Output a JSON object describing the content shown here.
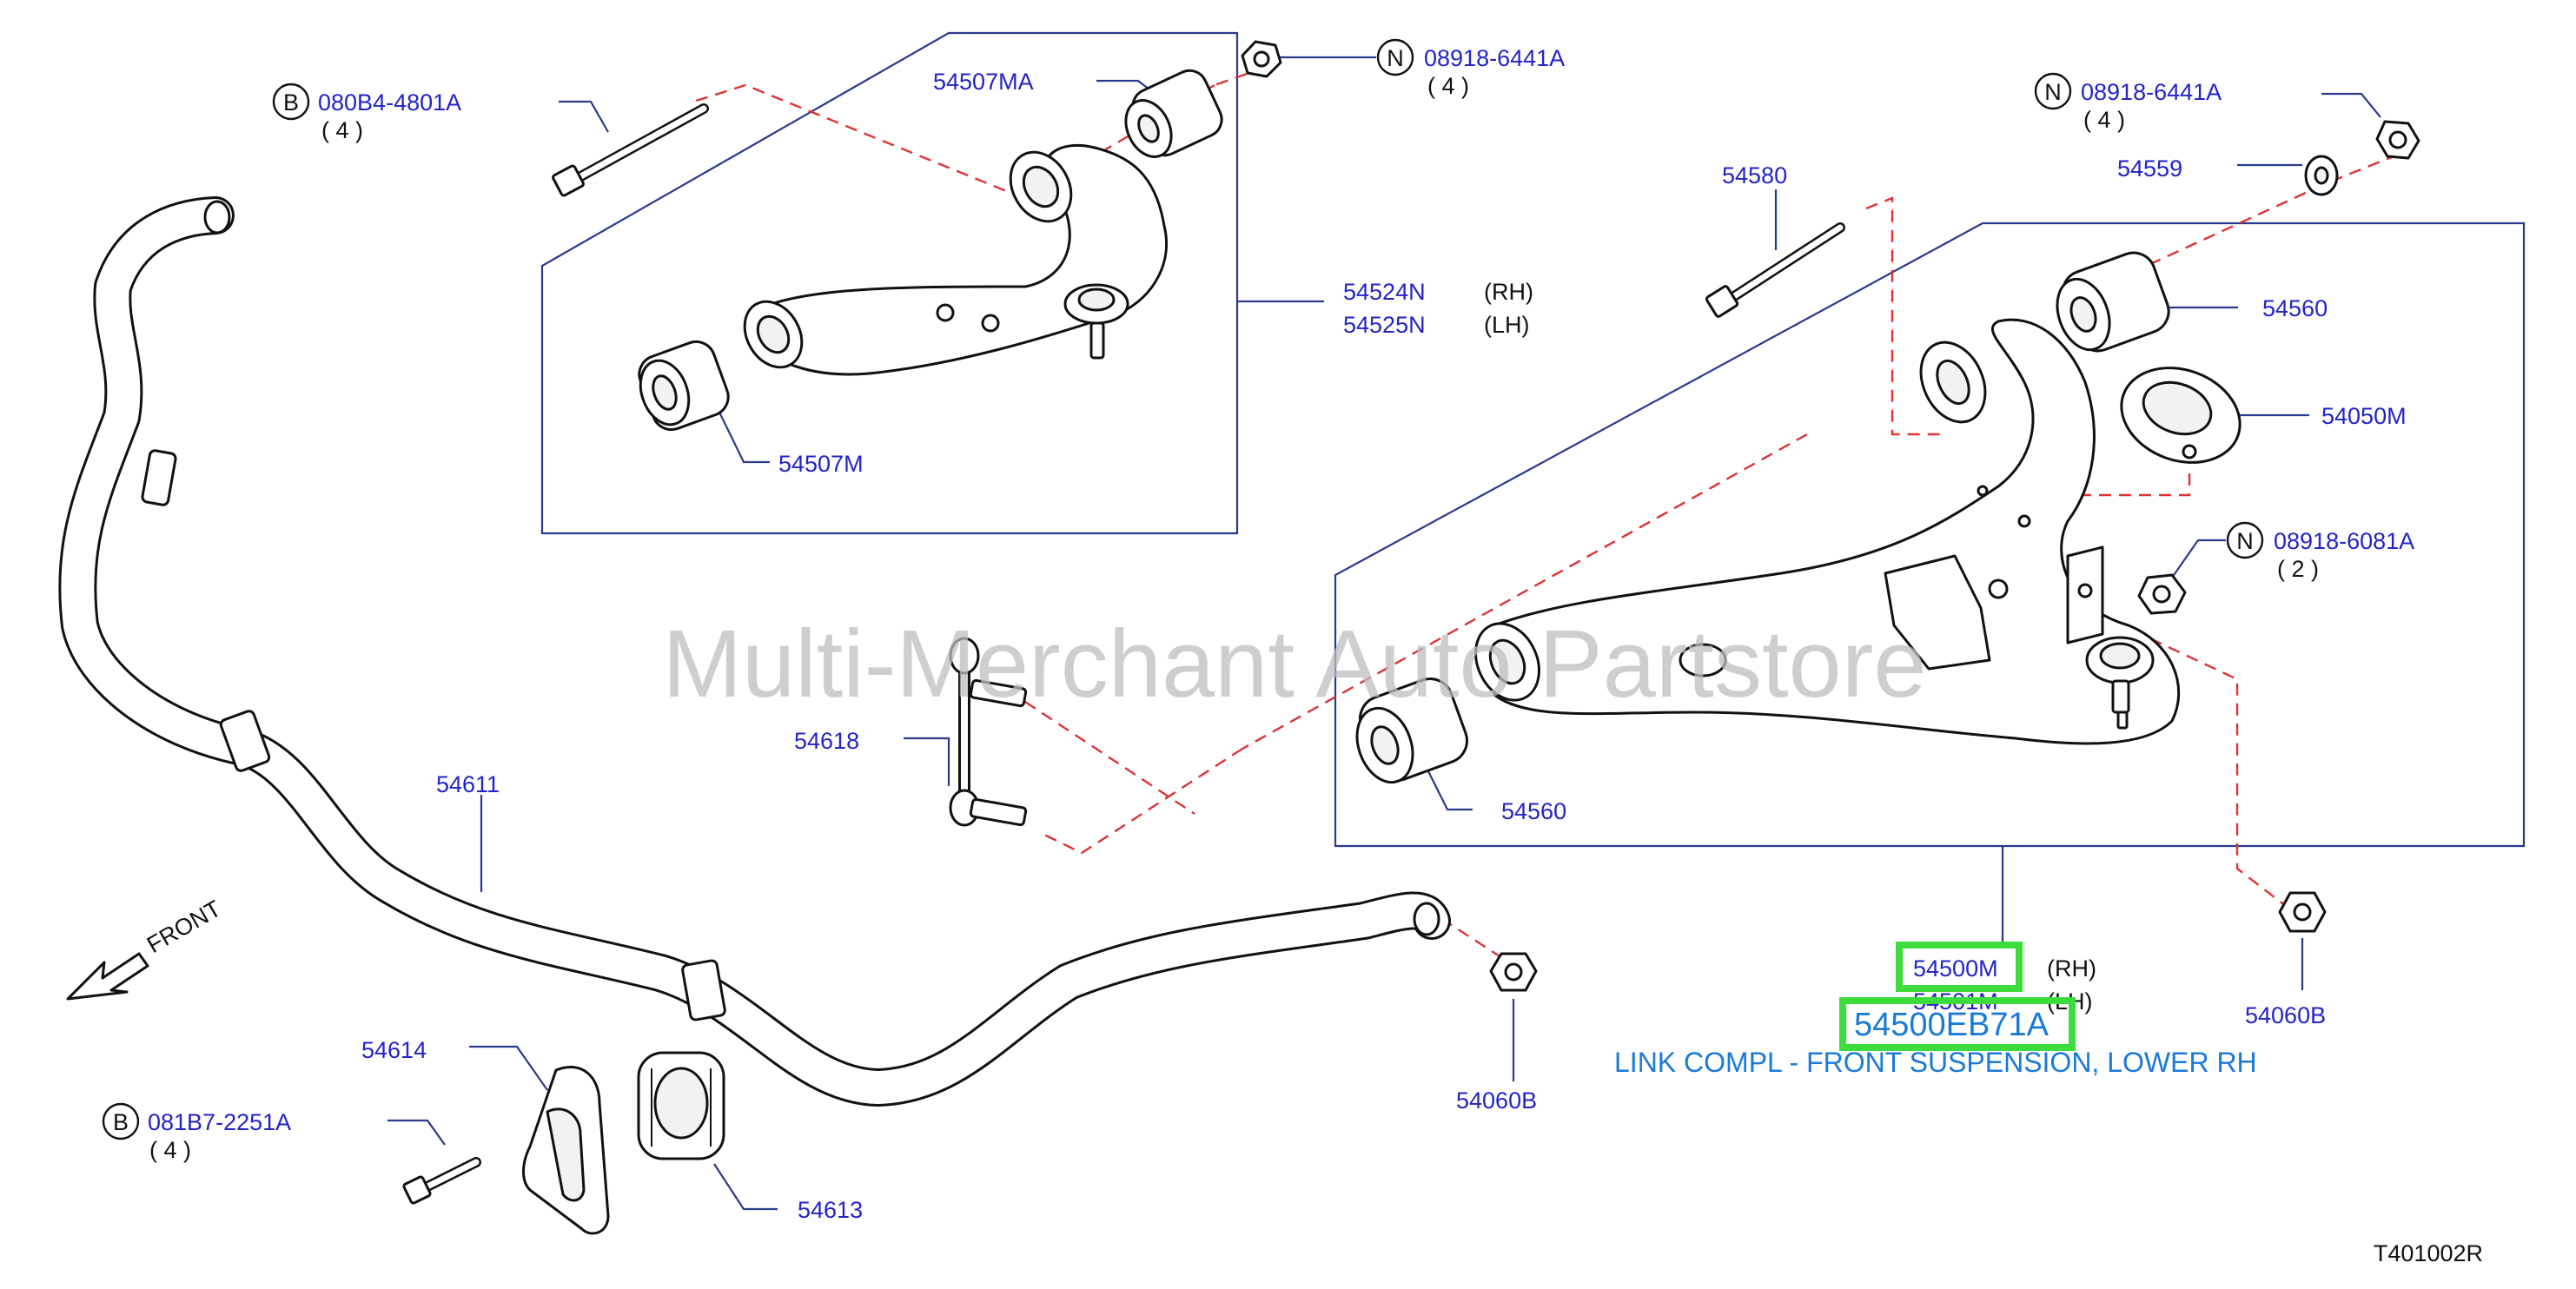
{
  "watermark": "Multi-Merchant Auto Partstore",
  "diagram_code": "T401002R",
  "front_label": "FRONT",
  "highlight": {
    "part_number": "54500EB71A",
    "description": "LINK COMPL - FRONT SUSPENSION, LOWER RH"
  },
  "labels": {
    "b1_letter": "B",
    "b1_code": "080B4-4801A",
    "b1_qty": "( 4 )",
    "b2_letter": "B",
    "b2_code": "081B7-2251A",
    "b2_qty": "( 4 )",
    "n1_letter": "N",
    "n1_code": "08918-6441A",
    "n1_qty": "( 4 )",
    "n2_letter": "N",
    "n2_code": "08918-6441A",
    "n2_qty": "( 4 )",
    "n3_letter": "N",
    "n3_code": "08918-6081A",
    "n3_qty": "( 2 )",
    "p54507MA": "54507MA",
    "p54524N": "54524N",
    "p54524N_side": "(RH)",
    "p54525N": "54525N",
    "p54525N_side": "(LH)",
    "p54507M": "54507M",
    "p54580": "54580",
    "p54559": "54559",
    "p54560a": "54560",
    "p54050M": "54050M",
    "p54618": "54618",
    "p54611": "54611",
    "p54560b": "54560",
    "p54500M": "54500M",
    "p54500M_side": "(RH)",
    "p54501M": "54501M",
    "p54501M_side": "(LH)",
    "p54060Ba": "54060B",
    "p54060Bb": "54060B",
    "p54614": "54614",
    "p54613": "54613"
  },
  "colors": {
    "label_blue": "#2323c8",
    "leader_blue": "#2a3a8c",
    "dash_red": "#dd3333",
    "highlight_green": "#3ddc3d",
    "description_blue": "#1a7ad8",
    "watermark_gray": "#c8c8c8"
  }
}
